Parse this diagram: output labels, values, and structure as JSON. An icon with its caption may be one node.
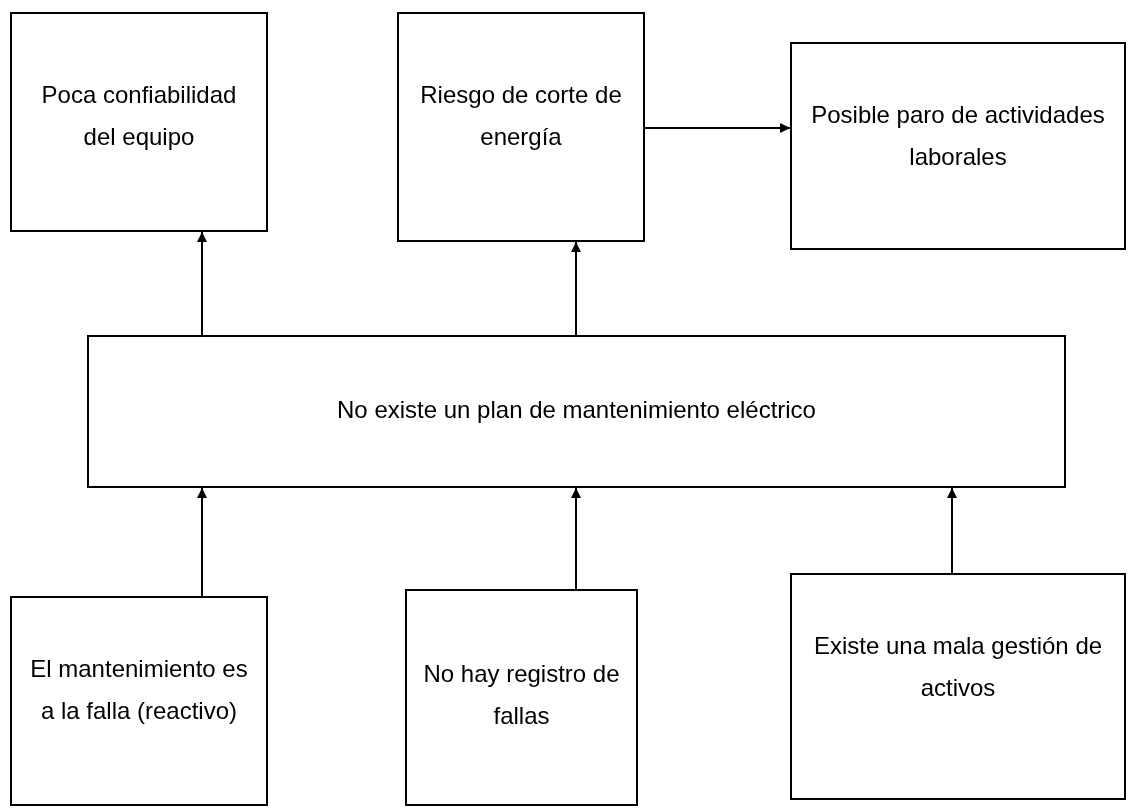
{
  "diagram": {
    "nodes": [
      {
        "text": [
          "Poca confiabilidad del equipo"
        ]
      },
      {
        "text": [
          "Riesgo de corte de energía"
        ]
      },
      {
        "text": [
          "Posible paro de actividades laborales"
        ]
      },
      {
        "text": [
          "No existe un plan de mantenimiento eléctrico"
        ]
      },
      {
        "text": [
          "El mantenimiento es a la falla (reactivo)"
        ]
      },
      {
        "text": [
          "No hay registro de fallas"
        ]
      },
      {
        "text": [
          "Existe una mala gestión de activos"
        ]
      }
    ],
    "edges": [
      {
        "from": 3,
        "to": 0,
        "arrow": "to"
      },
      {
        "from": 3,
        "to": 1,
        "arrow": "to"
      },
      {
        "from": 1,
        "to": 2,
        "arrow": "to"
      },
      {
        "from": 4,
        "to": 3,
        "arrow": "to"
      },
      {
        "from": 5,
        "to": 3,
        "arrow": "to"
      },
      {
        "from": 6,
        "to": 3,
        "arrow": "to"
      }
    ]
  }
}
